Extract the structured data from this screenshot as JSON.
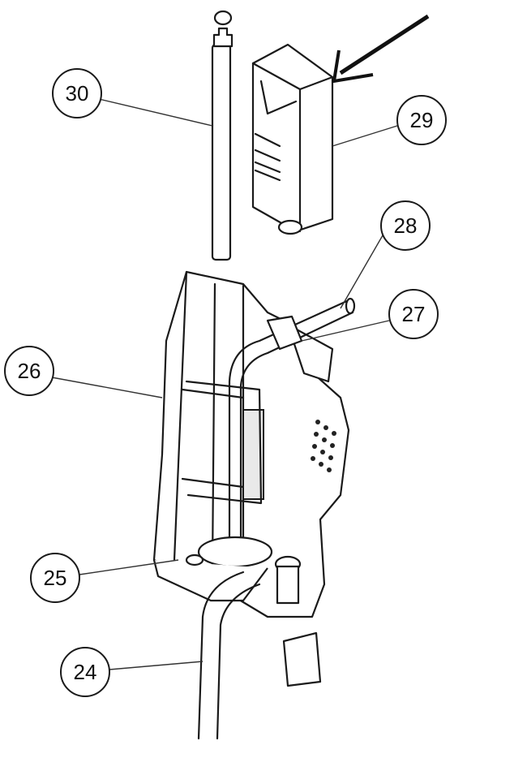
{
  "diagram": {
    "type": "exploded-parts-diagram",
    "callouts": [
      {
        "id": "30",
        "label": "30"
      },
      {
        "id": "29",
        "label": "29"
      },
      {
        "id": "28",
        "label": "28"
      },
      {
        "id": "27",
        "label": "27"
      },
      {
        "id": "26",
        "label": "26"
      },
      {
        "id": "25",
        "label": "25"
      },
      {
        "id": "24",
        "label": "24"
      }
    ]
  }
}
